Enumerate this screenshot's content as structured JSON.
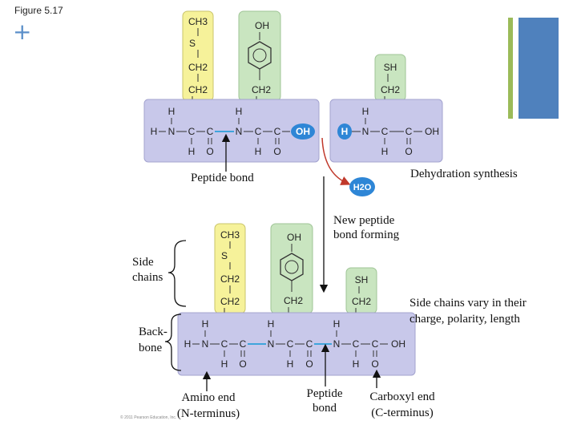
{
  "figure_label": "Figure 5.17",
  "colors": {
    "side_chain": "#f6f29a",
    "side_chain_green": "#c9e5c0",
    "backbone": "#c8c8ea",
    "peptide_bond_line": "#3fa5dc",
    "hydroxyl_highlight": "#2e86d6",
    "water_bubble": "#2e86d6",
    "arrow_red": "#c0392b",
    "accent_green": "#9bbb59",
    "accent_blue": "#4f81bd"
  },
  "labels": {
    "peptide_bond_top": "Peptide bond",
    "dehydration": "Dehydration synthesis",
    "water": "H2O",
    "new_bond": [
      "New peptide",
      "bond forming"
    ],
    "side_chains": [
      "Side",
      "chains"
    ],
    "backbone": [
      "Back-",
      "bone"
    ],
    "side_chains_note": [
      "Side chains vary in their",
      "charge, polarity, length"
    ],
    "amino_end": [
      "Amino end",
      "(N-terminus)"
    ],
    "peptide_bond_bottom": [
      "Peptide",
      "bond"
    ],
    "carboxyl_end": [
      "Carboxyl end",
      "(C-terminus)"
    ],
    "copyright": "© 2011 Pearson Education, Inc."
  },
  "chem": {
    "ch3": "CH3",
    "s": "S",
    "ch2": "CH2",
    "oh": "OH",
    "sh": "SH",
    "h": "H",
    "n": "N",
    "c": "C",
    "o": "O"
  }
}
